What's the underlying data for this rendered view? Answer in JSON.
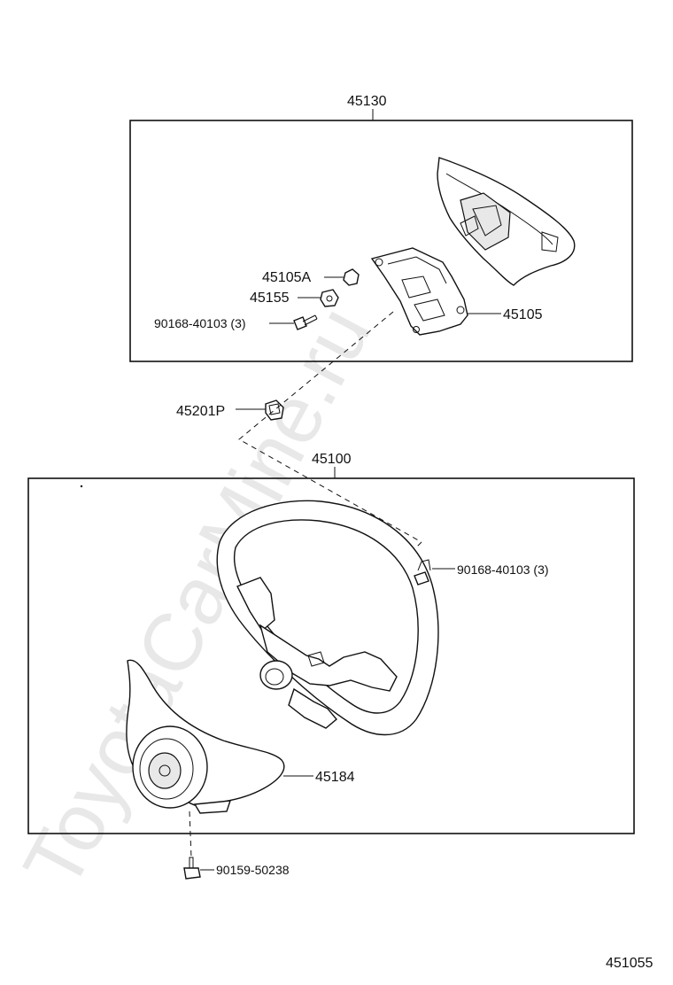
{
  "watermark": "ToyotaCarMine.ru",
  "figure_number": "451055",
  "assemblies": {
    "upper_box_label": "45130",
    "lower_box_label": "45100"
  },
  "callouts": {
    "p45105A": "45105A",
    "p45155": "45155",
    "p90168_upper": "90168-40103 (3)",
    "p45105": "45105",
    "p45201P": "45201P",
    "p90168_lower": "90168-40103 (3)",
    "p45184": "45184",
    "p90159": "90159-50238"
  }
}
